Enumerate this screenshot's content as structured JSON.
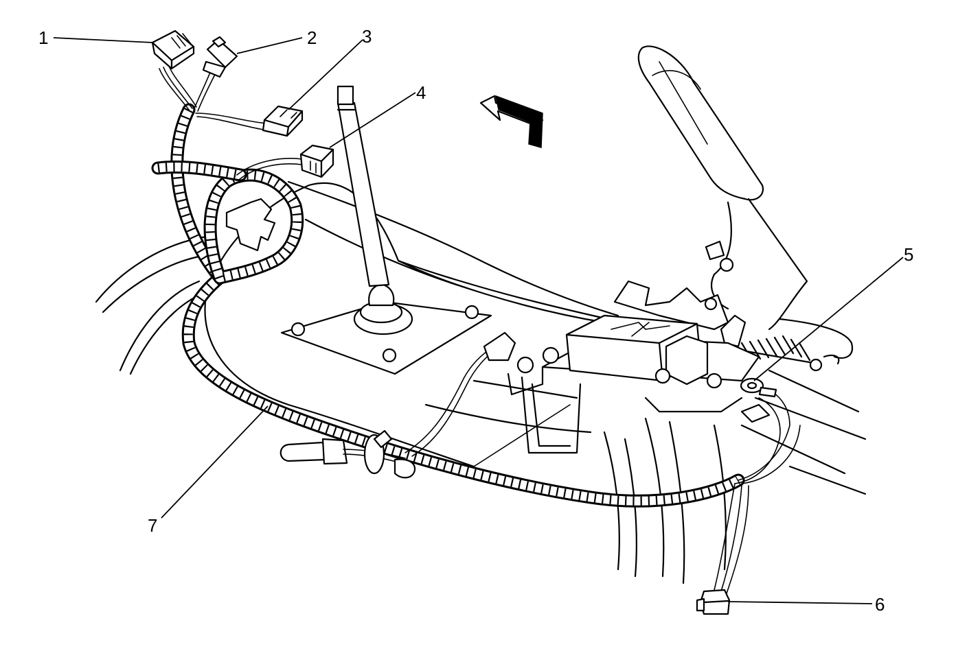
{
  "diagram": {
    "callouts": [
      {
        "id": "1",
        "label": "1"
      },
      {
        "id": "2",
        "label": "2"
      },
      {
        "id": "3",
        "label": "3"
      },
      {
        "id": "4",
        "label": "4"
      },
      {
        "id": "5",
        "label": "5"
      },
      {
        "id": "6",
        "label": "6"
      },
      {
        "id": "7",
        "label": "7"
      }
    ],
    "components": [
      "connector-1",
      "connector-2",
      "connector-3",
      "connector-4",
      "ground-terminal",
      "connector-6",
      "wiring-harness",
      "shift-lever",
      "parking-brake-lever",
      "control-module",
      "direction-arrow"
    ]
  }
}
